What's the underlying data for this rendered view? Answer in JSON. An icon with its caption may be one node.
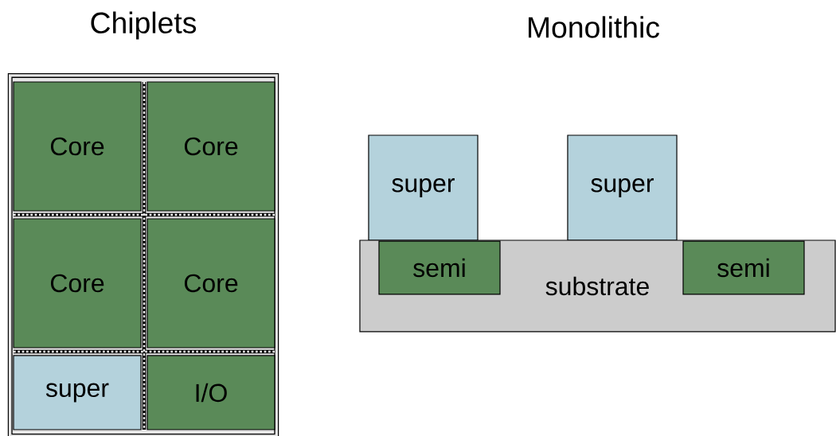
{
  "diagram": {
    "nodes": [
      {
        "text": [],
        "shape": "box"
      },
      {
        "text": [
          "Core"
        ],
        "in": 0
      },
      {
        "text": [
          "Core"
        ],
        "in": 0
      },
      {
        "text": [
          "Core"
        ],
        "in": 0
      },
      {
        "text": [
          "Core"
        ],
        "in": 0
      },
      {
        "text": [
          "super"
        ],
        "in": 0
      },
      {
        "text": [
          "I/O"
        ],
        "in": 0
      },
      {
        "text": [
          "super"
        ]
      },
      {
        "text": [
          "super"
        ]
      },
      {
        "text": [
          "substrate"
        ]
      },
      {
        "text": [
          "semi"
        ],
        "in": 9
      },
      {
        "text": [
          "semi"
        ],
        "in": 9
      }
    ],
    "labels": [
      "Chiplets",
      "Monolithic"
    ]
  }
}
